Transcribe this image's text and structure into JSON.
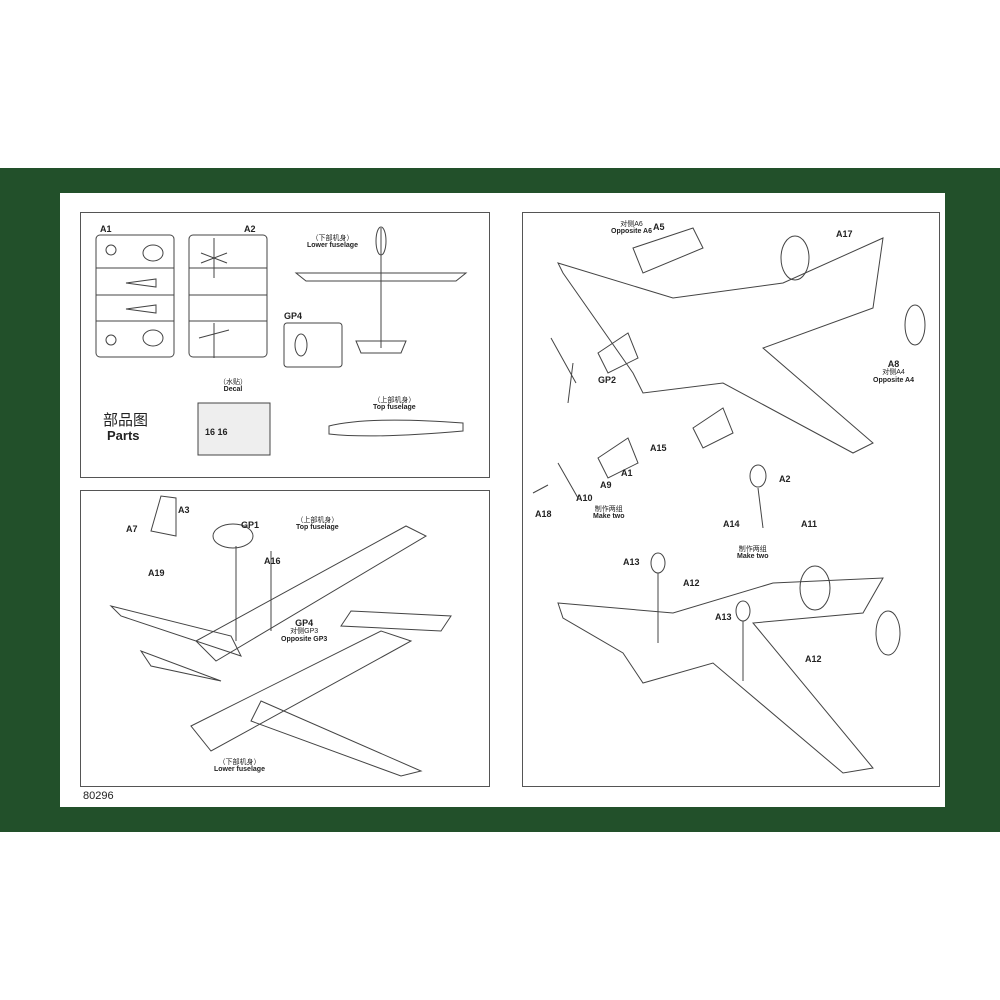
{
  "sheet_number": "80296",
  "parts_panel": {
    "title_cn": "部品图",
    "title_en": "Parts",
    "sprue_a1": "A1",
    "sprue_a2": "A2",
    "sprue_gp4": "GP4",
    "lower_fuselage_cn": "（下部机身）",
    "lower_fuselage_en": "Lower fuselage",
    "top_fuselage_cn": "（上部机身）",
    "top_fuselage_en": "Top fuselage",
    "decal_cn": "（水贴）",
    "decal_en": "Decal",
    "decal_numbers": "16 16"
  },
  "step1": {
    "a3": "A3",
    "a7": "A7",
    "a19": "A19",
    "gp1": "GP1",
    "a16": "A16",
    "top_fuselage_cn": "（上部机身）",
    "top_fuselage_en": "Top fuselage",
    "gp4": "GP4",
    "opp_gp3_cn": "对侧GP3",
    "opp_gp3_en": "Opposite GP3",
    "lower_fuselage_cn": "（下部机身）",
    "lower_fuselage_en": "Lower fuselage"
  },
  "step2": {
    "opp_a6_cn": "对侧A6",
    "opp_a6_en": "Opposite A6",
    "a5": "A5",
    "a17": "A17",
    "a8": "A8",
    "opp_a4_cn": "对侧A4",
    "opp_a4_en": "Opposite A4",
    "gp2": "GP2",
    "a15": "A15",
    "a1": "A1",
    "a9": "A9",
    "a10": "A10",
    "a18": "A18",
    "make_two_cn": "制作两组",
    "make_two_en": "Make two",
    "a2": "A2",
    "a14": "A14",
    "a11": "A11",
    "make_two2_cn": "制作两组",
    "make_two2_en": "Make two"
  },
  "step3": {
    "a13": "A13",
    "a12": "A12",
    "a13b": "A13",
    "a12b": "A12"
  }
}
